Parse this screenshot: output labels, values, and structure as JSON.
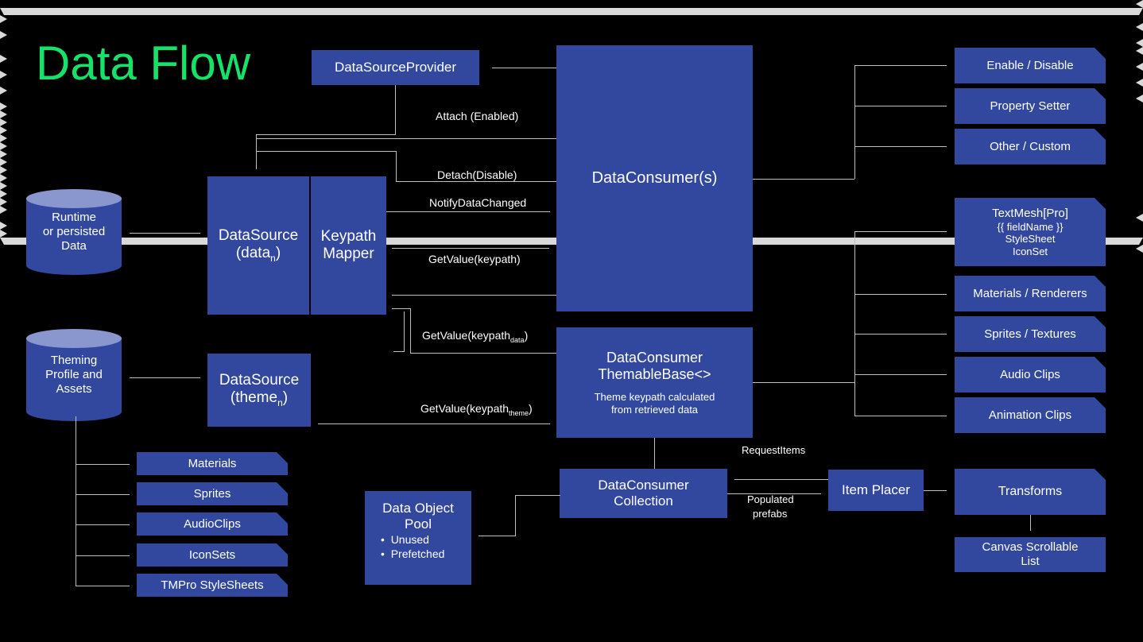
{
  "title": "Data Flow",
  "colors": {
    "background": "#000000",
    "node_fill": "#31489E",
    "cylinder_top": "#8A97CF",
    "title_green": "#16E269",
    "connector": "#BFBFBF",
    "text": "#FFFFFF"
  },
  "nodes": {
    "data_source_provider": "DataSourceProvider",
    "data_consumers": "DataConsumer(s)",
    "data_source_data_line1": "DataSource",
    "data_source_data_line2": "(data",
    "data_source_data_sub": "n",
    "data_source_data_close": ")",
    "keypath_mapper_line1": "Keypath",
    "keypath_mapper_line2": "Mapper",
    "data_source_theme_line1": "DataSource",
    "data_source_theme_line2": "(theme",
    "data_source_theme_sub": "n",
    "data_source_theme_close": ")",
    "themable_base_line1": "DataConsumer",
    "themable_base_line2": "ThemableBase<>",
    "themable_base_sub1": "Theme keypath calculated",
    "themable_base_sub2": "from retrieved data",
    "consumer_collection_line1": "DataConsumer",
    "consumer_collection_line2": "Collection",
    "item_placer": "Item Placer",
    "data_object_pool_line1": "Data Object",
    "data_object_pool_line2": "Pool",
    "data_object_pool_bullets": [
      "Unused",
      "Prefetched"
    ]
  },
  "cylinders": [
    {
      "id": "runtime-data",
      "lines": [
        "Runtime",
        "or persisted",
        "Data"
      ]
    },
    {
      "id": "theming-assets",
      "lines": [
        "Theming",
        "Profile and",
        "Assets"
      ]
    }
  ],
  "consumer_targets": [
    {
      "id": "enable-disable",
      "label": "Enable / Disable"
    },
    {
      "id": "property-setter",
      "label": "Property Setter"
    },
    {
      "id": "other-custom",
      "label": "Other / Custom"
    }
  ],
  "themable_targets": [
    {
      "id": "textmesh-pro",
      "lines": [
        "TextMesh[Pro]",
        "{{ fieldName }}",
        "StyleSheet",
        "IconSet"
      ]
    },
    {
      "id": "materials-renderers",
      "lines": [
        "Materials / Renderers"
      ]
    },
    {
      "id": "sprites-textures",
      "lines": [
        "Sprites / Textures"
      ]
    },
    {
      "id": "audio-clips",
      "lines": [
        "Audio Clips"
      ]
    },
    {
      "id": "animation-clips",
      "lines": [
        "Animation Clips"
      ]
    }
  ],
  "theme_assets": [
    {
      "id": "materials",
      "label": "Materials"
    },
    {
      "id": "sprites",
      "label": "Sprites"
    },
    {
      "id": "audioclips",
      "label": "AudioClips"
    },
    {
      "id": "iconsets",
      "label": "IconSets"
    },
    {
      "id": "tmpro-stylesheets",
      "label": "TMPro StyleSheets"
    }
  ],
  "placer_targets": [
    {
      "id": "transforms",
      "label": "Transforms"
    },
    {
      "id": "canvas-scrollable-list-1",
      "label": "Canvas Scrollable"
    },
    {
      "id": "canvas-scrollable-list-2",
      "label": "List"
    }
  ],
  "edge_labels": {
    "attach": "Attach (Enabled)",
    "detach": "Detach(Disable)",
    "notify": "NotifyDataChanged",
    "getvalue_keypath": "GetValue(keypath)",
    "getvalue_data_pre": "GetValue(keypath",
    "getvalue_data_sub": "data",
    "getvalue_data_post": ")",
    "getvalue_theme_pre": "GetValue(keypath",
    "getvalue_theme_sub": "theme",
    "getvalue_theme_post": ")",
    "request_items": "RequestItems",
    "populated_prefabs_1": "Populated",
    "populated_prefabs_2": "prefabs"
  }
}
